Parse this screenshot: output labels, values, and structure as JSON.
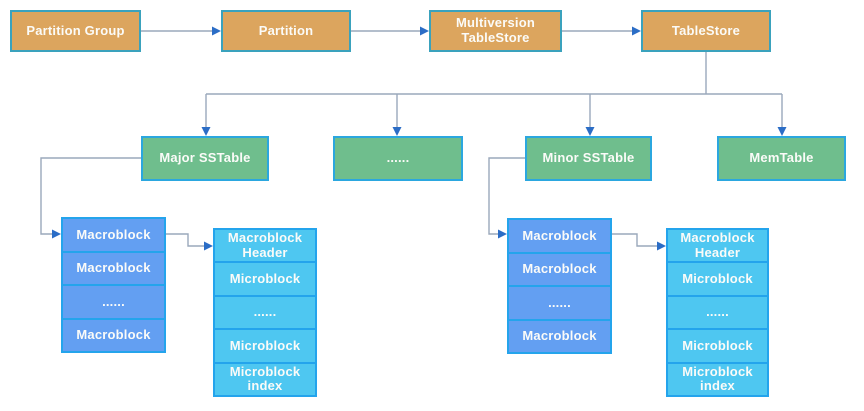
{
  "flow_row": {
    "items": [
      {
        "label": "Partition Group"
      },
      {
        "label": "Partition"
      },
      {
        "label": "Multiversion TableStore"
      },
      {
        "label": "TableStore"
      }
    ]
  },
  "table_row": {
    "items": [
      {
        "label": "Major SSTable"
      },
      {
        "label": "......"
      },
      {
        "label": "Minor SSTable"
      },
      {
        "label": "MemTable"
      }
    ]
  },
  "macroblock_stack": {
    "cells": [
      "Macroblock",
      "Macroblock",
      "......",
      "Macroblock"
    ]
  },
  "macroblock_detail_stack": {
    "cells": [
      "Macroblock Header",
      "Microblock",
      "......",
      "Microblock",
      "Microblock index"
    ]
  },
  "colors": {
    "flow_box_fill": "#dca55e",
    "flow_box_border": "#3aa2bd",
    "table_box_fill": "#6fbe8d",
    "table_box_border": "#2ba7df",
    "macroblock_cell_fill": "#639ff2",
    "microblock_cell_fill": "#4ec7f1",
    "stack_border": "#24a4ec",
    "connector_line": "#9aa8bb",
    "arrowhead": "#2b6dc6"
  }
}
